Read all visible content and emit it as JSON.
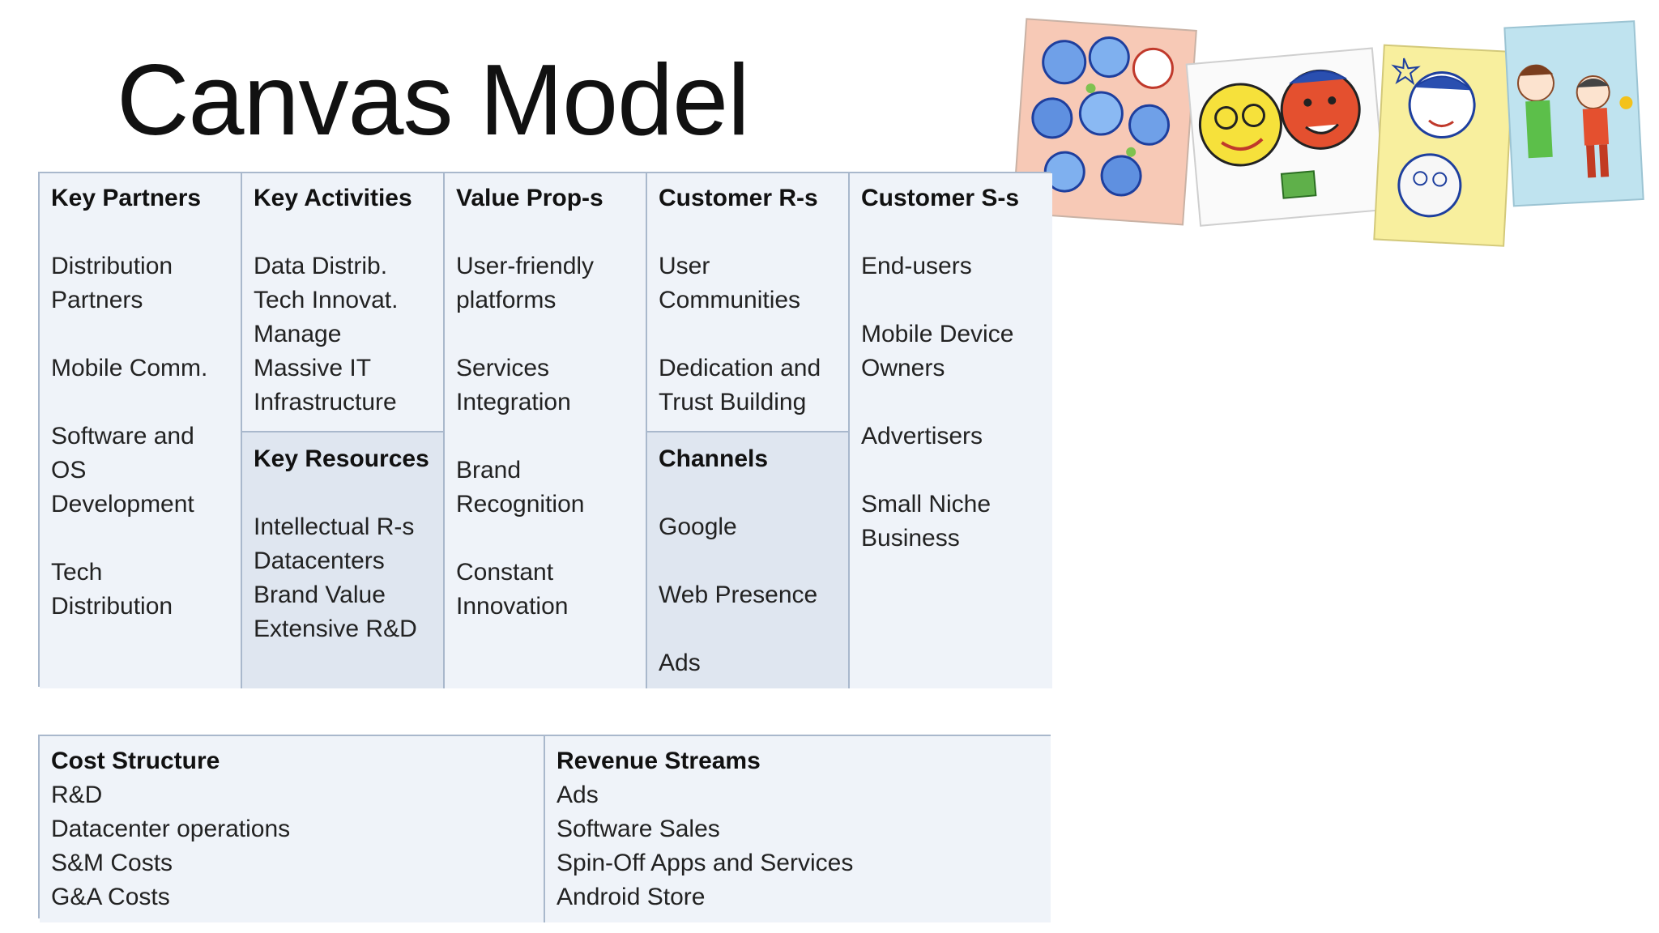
{
  "title": "Canvas Model",
  "key_partners": {
    "heading": "Key Partners",
    "items": [
      "Distribution Partners",
      "Mobile Comm.",
      "Software and OS Development",
      "Tech Distribution"
    ]
  },
  "key_activities": {
    "heading": "Key Activities",
    "lines": [
      "Data Distrib.",
      "Tech Innovat.",
      "Manage",
      "Massive IT",
      "Infrastructure"
    ]
  },
  "key_resources": {
    "heading": "Key Resources",
    "lines": [
      "Intellectual R-s",
      "Datacenters",
      "Brand Value",
      "Extensive R&D"
    ]
  },
  "value_props": {
    "heading": "Value Prop-s",
    "items": [
      "User-friendly platforms",
      "Services Integration",
      "Brand Recognition",
      "Constant Innovation"
    ]
  },
  "customer_relationships": {
    "heading": "Customer R-s",
    "items": [
      "User Communities",
      "Dedication and Trust Building"
    ]
  },
  "channels": {
    "heading": "Channels",
    "items": [
      "Google",
      "Web Presence",
      "Ads"
    ]
  },
  "customer_segments": {
    "heading": "Customer S-s",
    "items": [
      "End-users",
      "Mobile Device Owners",
      "Advertisers",
      "Small Niche Business"
    ]
  },
  "cost_structure": {
    "heading": "Cost Structure",
    "lines": [
      "R&D",
      "Datacenter operations",
      "S&M Costs",
      "G&A Costs"
    ]
  },
  "revenue_streams": {
    "heading": "Revenue Streams",
    "lines": [
      "Ads",
      "Software Sales",
      "Spin-Off Apps and Services",
      "Android Store"
    ]
  },
  "colors": {
    "cell_bg": "#eff3f9",
    "cell_bg_dark": "#dfe6f0",
    "border": "#a9b8cc"
  }
}
